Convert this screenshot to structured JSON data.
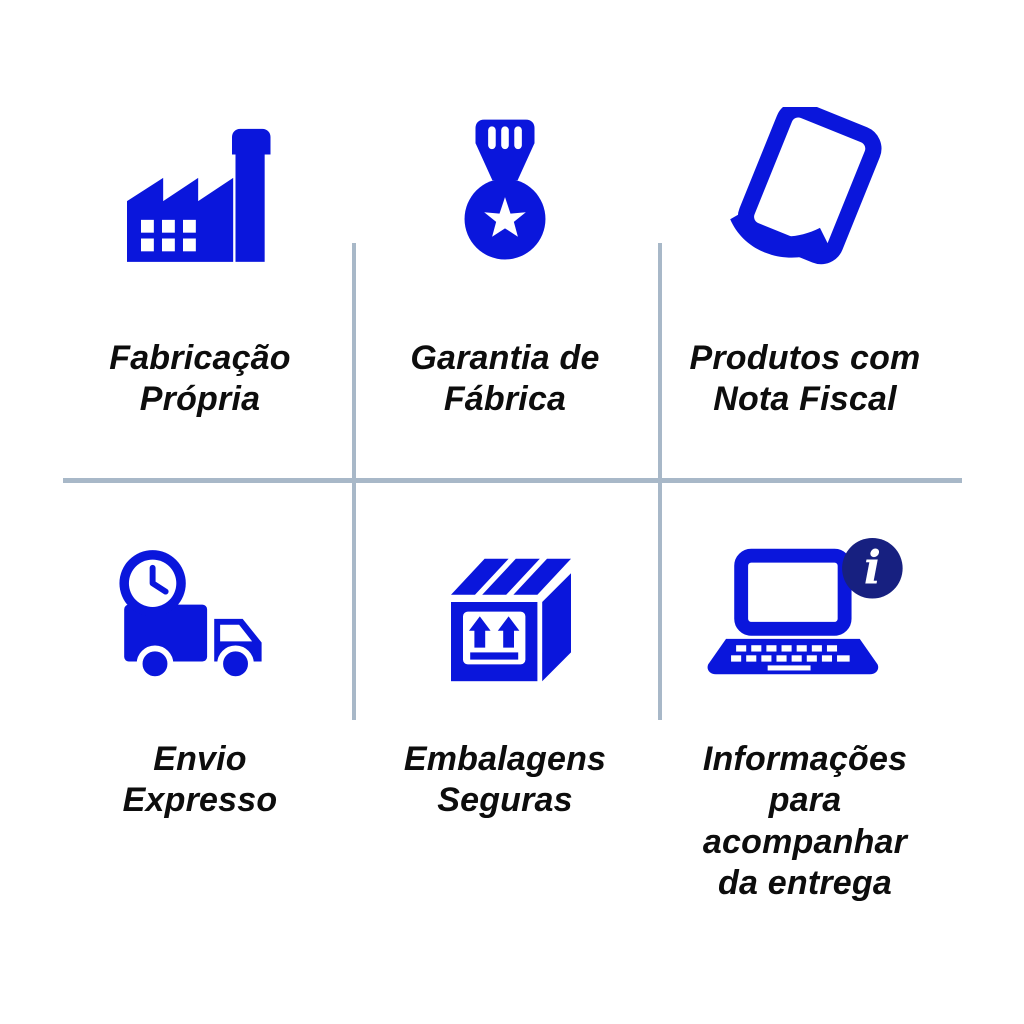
{
  "colors": {
    "icon_blue": "#0a16dc",
    "badge_navy": "#172080",
    "divider_gray": "#a8b8c8",
    "text_black": "#0d0d0d",
    "background": "#ffffff"
  },
  "cells": [
    {
      "id": "fabricacao-propria",
      "icon": "factory-icon",
      "label": "Fabricação\nPrópria"
    },
    {
      "id": "garantia-fabrica",
      "icon": "medal-icon",
      "label": "Garantia de\nFábrica"
    },
    {
      "id": "produtos-nota-fiscal",
      "icon": "invoice-paper-icon",
      "label": "Produtos com\nNota Fiscal"
    },
    {
      "id": "envio-expresso",
      "icon": "express-truck-icon",
      "label": "Envio\nExpresso"
    },
    {
      "id": "embalagens-seguras",
      "icon": "secure-package-icon",
      "label": "Embalagens\nSeguras"
    },
    {
      "id": "informacoes-entrega",
      "icon": "laptop-info-icon",
      "label": "Informações\npara\nacompanhar\nda entrega",
      "badge_glyph": "i"
    }
  ]
}
